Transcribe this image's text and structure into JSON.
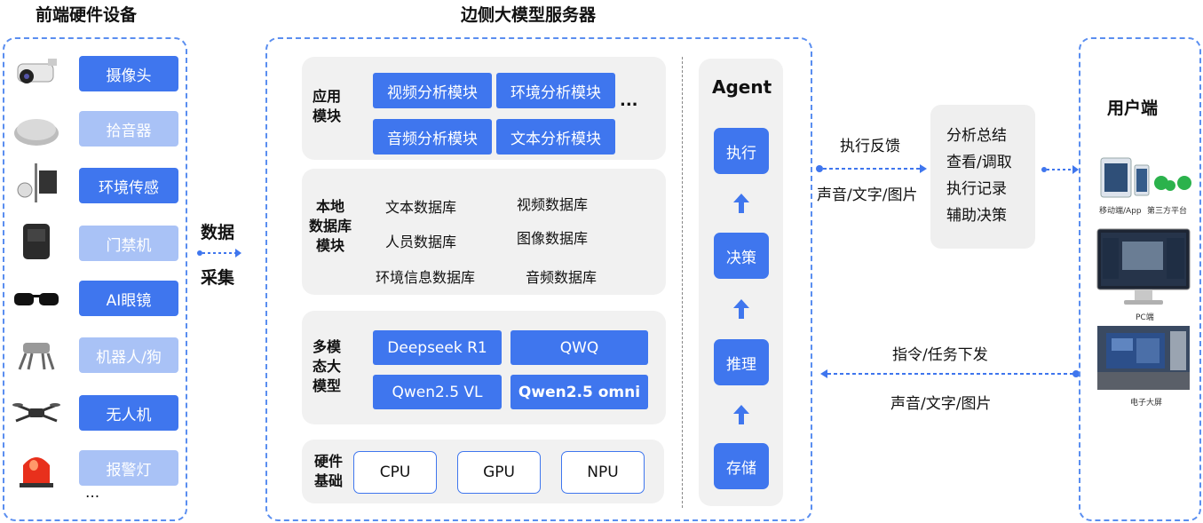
{
  "sections": {
    "frontend_title": "前端硬件设备",
    "server_title": "边侧大模型服务器",
    "user_title": "用户端"
  },
  "devices": [
    {
      "label": "摄像头",
      "active": true
    },
    {
      "label": "拾音器",
      "active": false
    },
    {
      "label": "环境传感",
      "active": true
    },
    {
      "label": "门禁机",
      "active": false
    },
    {
      "label": "AI眼镜",
      "active": true
    },
    {
      "label": "机器人/狗",
      "active": false
    },
    {
      "label": "无人机",
      "active": true
    },
    {
      "label": "报警灯",
      "active": false
    }
  ],
  "devices_more": "...",
  "collect": {
    "line1": "数据",
    "line2": "采集"
  },
  "app_module": {
    "label_l1": "应用",
    "label_l2": "模块",
    "items": [
      "视频分析模块",
      "环境分析模块",
      "音频分析模块",
      "文本分析模块"
    ],
    "more": "..."
  },
  "db_module": {
    "label_l1": "本地",
    "label_l2": "数据库",
    "label_l3": "模块",
    "items": [
      "文本数据库",
      "视频数据库",
      "人员数据库",
      "图像数据库",
      "环境信息数据库",
      "音频数据库"
    ]
  },
  "model_module": {
    "label_l1": "多模",
    "label_l2": "态大",
    "label_l3": "模型",
    "items": [
      "Deepseek R1",
      "QWQ",
      "Qwen2.5 VL",
      "Qwen2.5 omni"
    ]
  },
  "hardware": {
    "label_l1": "硬件",
    "label_l2": "基础",
    "items": [
      "CPU",
      "GPU",
      "NPU"
    ]
  },
  "agent": {
    "title": "Agent",
    "steps": [
      "执行",
      "决策",
      "推理",
      "存储"
    ]
  },
  "feedback": {
    "top": "执行反馈",
    "bottom": "声音/文字/图片"
  },
  "summary": [
    "分析总结",
    "查看/调取",
    "执行记录",
    "辅助决策"
  ],
  "command": {
    "top": "指令/任务下发",
    "bottom": "声音/文字/图片"
  },
  "client_captions": {
    "mobile": "移动端/App",
    "third_party": "第三方平台",
    "pc": "PC端",
    "screen": "电子大屏"
  },
  "colors": {
    "accent": "#3f76ee",
    "accent_light": "#a9c2f6",
    "panel": "#f1f1f1",
    "dashed": "#5a8ef0"
  }
}
